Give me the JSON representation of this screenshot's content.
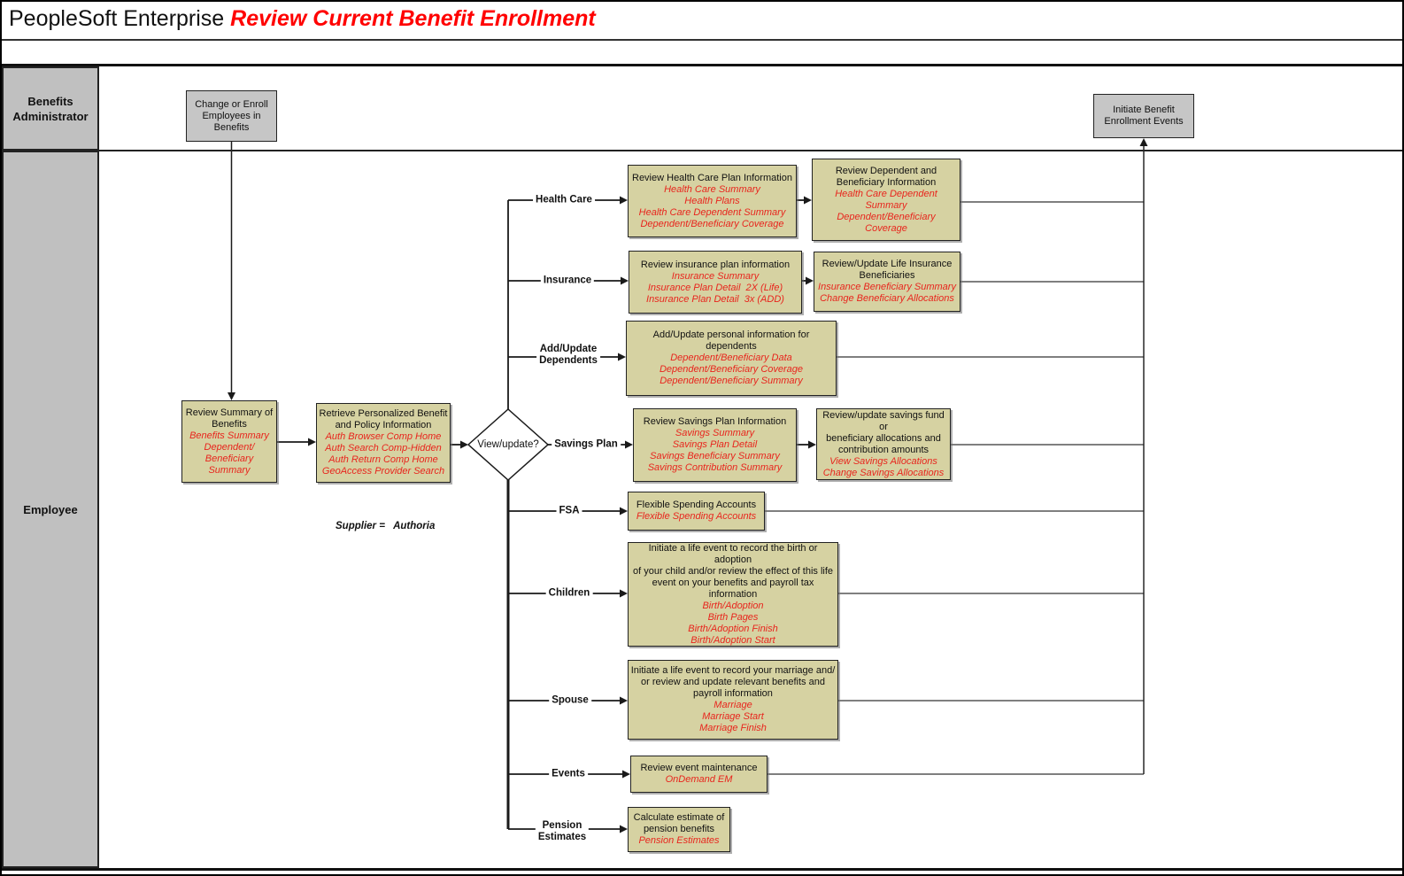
{
  "title": {
    "prefix": "PeopleSoft Enterprise",
    "name": "Review Current Benefit Enrollment"
  },
  "lanes": {
    "admin": "Benefits\nAdministrator",
    "employee": "Employee"
  },
  "nodes": {
    "change": "Change or Enroll\nEmployees in\nBenefits",
    "initiate": "Initiate Benefit\nEnrollment Events",
    "summary": {
      "title": "Review Summary of\nBenefits",
      "links": [
        "Benefits Summary",
        "Dependent/",
        "Beneficiary",
        "Summary"
      ]
    },
    "retrieve": {
      "title": "Retrieve Personalized Benefit\nand Policy Information",
      "links": [
        "Auth Browser Comp Home",
        "Auth Search Comp-Hidden",
        "Auth Return Comp Home",
        "GeoAccess Provider Search"
      ]
    },
    "decision": "View/update?",
    "supplier_note": "Supplier =   Authoria"
  },
  "branches": [
    {
      "id": "health-care",
      "label": "Health Care",
      "boxes": [
        {
          "title": "Review Health Care Plan Information",
          "links": [
            "Health Care Summary",
            "Health Plans",
            "Health Care Dependent Summary",
            "Dependent/Beneficiary Coverage"
          ]
        },
        {
          "title": "Review Dependent  and\nBeneficiary  Information",
          "links": [
            "Health Care Dependent",
            "Summary",
            "Dependent/Beneficiary",
            "Coverage"
          ]
        }
      ]
    },
    {
      "id": "insurance",
      "label": "Insurance",
      "boxes": [
        {
          "title": "Review insurance plan information",
          "links": [
            "Insurance Summary",
            "Insurance Plan Detail  2X (Life)",
            "Insurance Plan Detail  3x (ADD)"
          ]
        },
        {
          "title": "Review/Update Life Insurance\nBeneficiaries",
          "links": [
            "Insurance Beneficiary Summary",
            "Change Beneficiary Allocations"
          ]
        }
      ]
    },
    {
      "id": "add-update-dependents",
      "label": "Add/Update\nDependents",
      "boxes": [
        {
          "title": "Add/Update personal information for\ndependents",
          "links": [
            "Dependent/Beneficiary Data",
            "Dependent/Beneficiary Coverage",
            "Dependent/Beneficiary Summary"
          ]
        }
      ]
    },
    {
      "id": "savings-plan",
      "label": "Savings Plan",
      "boxes": [
        {
          "title": "Review Savings Plan Information",
          "links": [
            "Savings Summary",
            "Savings Plan Detail",
            "Savings Beneficiary Summary",
            "Savings Contribution Summary"
          ]
        },
        {
          "title": "Review/update savings fund or\nbeneficiary allocations and\ncontribution amounts",
          "links": [
            "View Savings Allocations",
            "Change Savings Allocations"
          ]
        }
      ]
    },
    {
      "id": "fsa",
      "label": "FSA",
      "boxes": [
        {
          "title": "Flexible Spending Accounts",
          "links": [
            "Flexible Spending Accounts"
          ]
        }
      ]
    },
    {
      "id": "children",
      "label": "Children",
      "boxes": [
        {
          "title": "Initiate a life event to record the birth or adoption\nof your child and/or review the effect of this life\nevent on your benefits and payroll tax\ninformation",
          "links": [
            "Birth/Adoption",
            "Birth Pages",
            "Birth/Adoption Finish",
            "Birth/Adoption Start"
          ]
        }
      ]
    },
    {
      "id": "spouse",
      "label": "Spouse",
      "boxes": [
        {
          "title": "Initiate a life event to record your marriage and/\nor   review and update relevant benefits and\npayroll information",
          "links": [
            "Marriage",
            "Marriage Start",
            "Marriage Finish"
          ]
        }
      ]
    },
    {
      "id": "events",
      "label": "Events",
      "boxes": [
        {
          "title": "Review event maintenance",
          "links": [
            "OnDemand EM"
          ]
        }
      ]
    },
    {
      "id": "pension-estimates",
      "label": "Pension\nEstimates",
      "boxes": [
        {
          "title": "Calculate estimate of\npension benefits",
          "links": [
            "Pension Estimates"
          ]
        }
      ]
    }
  ],
  "colors": {
    "process_fill": "#d6d2a2",
    "manual_fill": "#c6c6c6",
    "lane_fill": "#c0c0c0",
    "link_red": "#e8251d",
    "title_red": "#ff0000",
    "line": "#1a1a1a"
  }
}
